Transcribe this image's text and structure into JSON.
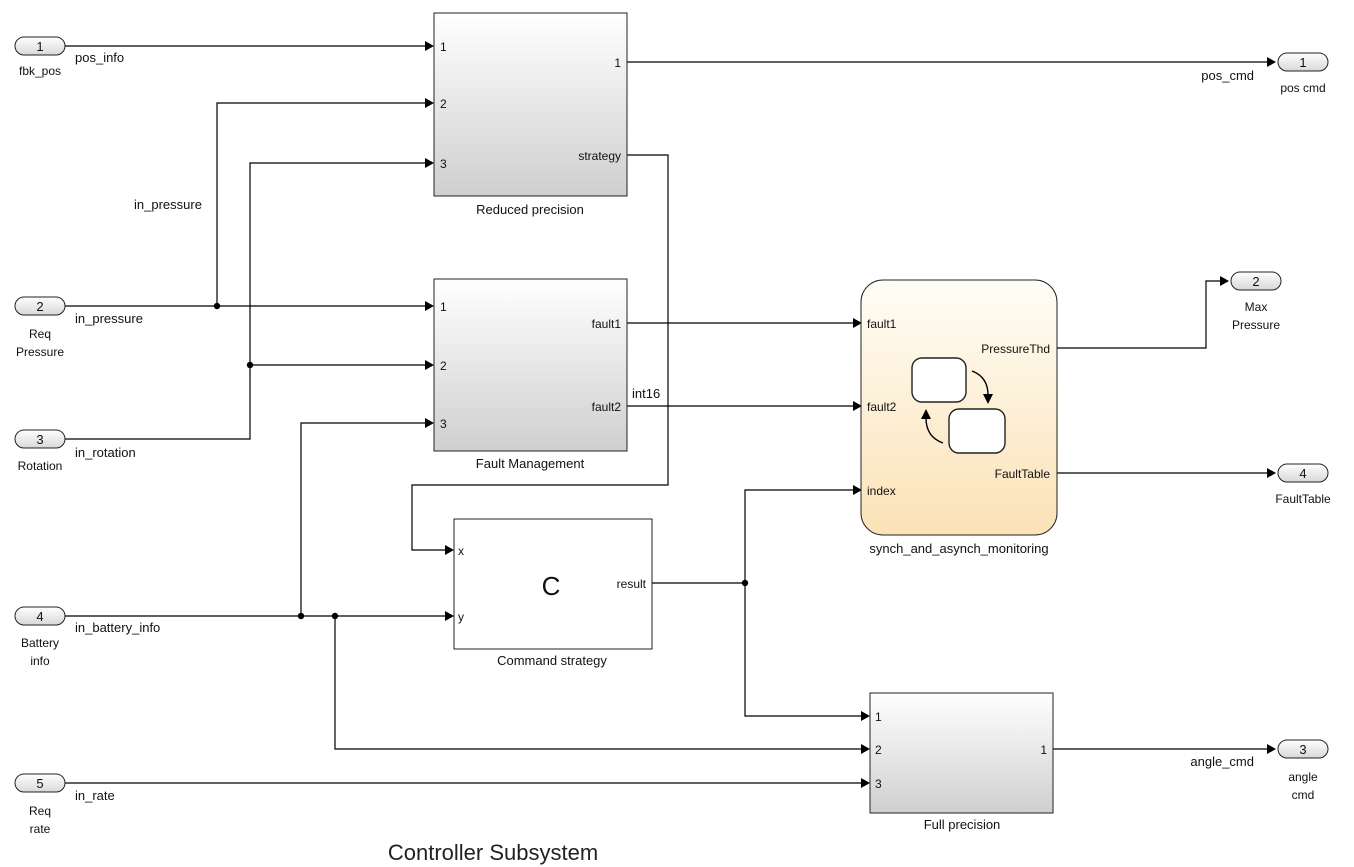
{
  "diagram": {
    "title": "Controller Subsystem",
    "inports": [
      {
        "num": "1",
        "name": "fbk_pos"
      },
      {
        "num": "2",
        "name_line1": "Req",
        "name_line2": "Pressure"
      },
      {
        "num": "3",
        "name": "Rotation"
      },
      {
        "num": "4",
        "name_line1": "Battery",
        "name_line2": "info"
      },
      {
        "num": "5",
        "name_line1": "Req",
        "name_line2": "rate"
      }
    ],
    "outports": [
      {
        "num": "1",
        "name": "pos cmd"
      },
      {
        "num": "2",
        "name_line1": "Max",
        "name_line2": "Pressure"
      },
      {
        "num": "3",
        "name_line1": "angle",
        "name_line2": "cmd"
      },
      {
        "num": "4",
        "name": "FaultTable"
      }
    ],
    "blocks": {
      "reduced": {
        "name": "Reduced precision",
        "in": [
          "1",
          "2",
          "3"
        ],
        "out1": "1",
        "out2": "strategy"
      },
      "fault": {
        "name": "Fault Management",
        "in": [
          "1",
          "2",
          "3"
        ],
        "out1": "fault1",
        "out2": "fault2"
      },
      "command": {
        "name": "Command strategy",
        "symbol": "C",
        "in": [
          "x",
          "y"
        ],
        "out": "result"
      },
      "chart": {
        "name": "synch_and_asynch_monitoring",
        "in": [
          "fault1",
          "fault2",
          "index"
        ],
        "out1": "PressureThd",
        "out2": "FaultTable"
      },
      "full": {
        "name": "Full precision",
        "in": [
          "1",
          "2",
          "3"
        ],
        "out": "1"
      }
    },
    "signals": {
      "pos_info": "pos_info",
      "in_pressure_top": "in_pressure",
      "in_pressure": "in_pressure",
      "in_rotation": "in_rotation",
      "in_battery_info": "in_battery_info",
      "in_rate": "in_rate",
      "pos_cmd": "pos_cmd",
      "angle_cmd": "angle_cmd",
      "int16": "int16"
    }
  }
}
